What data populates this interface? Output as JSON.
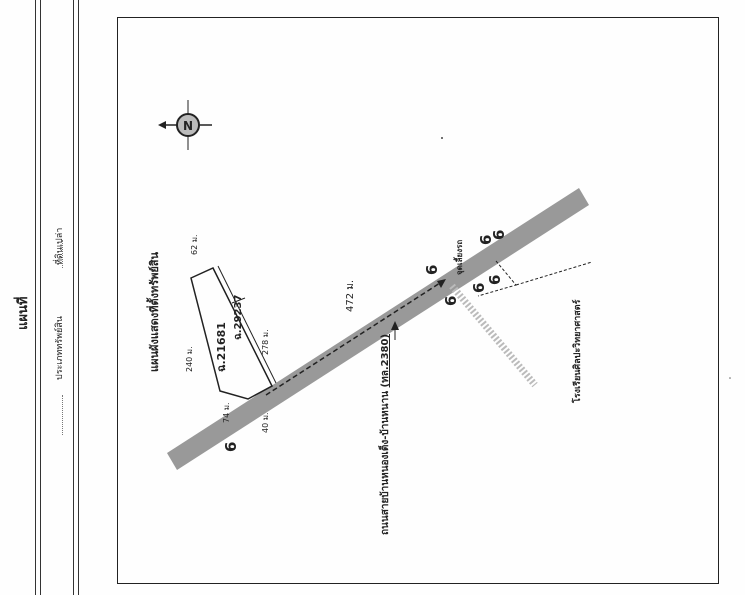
{
  "header": {
    "title": "แผนที่",
    "property_type_label": "ประเภททรัพย์สิน",
    "property_type_value": "ที่ดินเปล่า"
  },
  "map": {
    "title": "แผนผังแสดงที่ตั้งทรัพย์สิน",
    "compass_letter": "N",
    "plot_main": "ฉ.21681",
    "plot_adjacent": "ฉ.29237",
    "dims": {
      "d240": "240 ม.",
      "d62": "62 ม.",
      "d278": "278 ม.",
      "d74": "74 ม.",
      "d40": "40 ม.",
      "d472": "472 ม."
    },
    "road_label_prefix": "ถนนสายบ้านหนองเต็ง-บ้านหนาน",
    "road_label_code": "(ทล.2380)",
    "junction_label": "จุดเลี้ยงรถ",
    "school_label": "โรงเรียนศิลปะวิทยาศาสตร์",
    "glyph": "6"
  }
}
